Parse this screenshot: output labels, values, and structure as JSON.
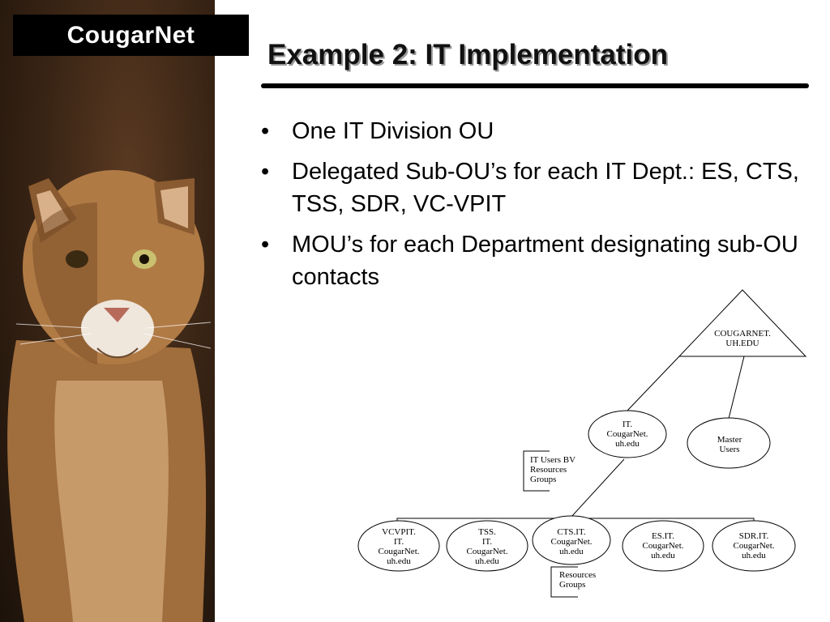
{
  "logo": {
    "text": "CougarNet"
  },
  "slide": {
    "title": "Example 2: IT Implementation",
    "bullet_symbol": "•",
    "bullets": [
      "One IT Division OU",
      "Delegated Sub-OU’s for each IT Dept.: ES, CTS, TSS, SDR, VC-VPIT",
      "MOU’s for each Department designating sub-OU contacts"
    ]
  },
  "diagram": {
    "root": "COUGARNET.\nUH.EDU",
    "it_node": "IT.\nCougarNet.\nuh.edu",
    "master_node": "Master\nUsers",
    "it_note": "IT Users BV\nResources\nGroups",
    "cts_note": "Resources\nGroups",
    "children": [
      "VCVPIT.\nIT.\nCougarNet.\nuh.edu",
      "TSS.\nIT.\nCougarNet.\nuh.edu",
      "CTS.IT.\nCougarNet.\nuh.edu",
      "ES.IT.\nCougarNet.\nuh.edu",
      "SDR.IT.\nCougarNet.\nuh.edu"
    ]
  },
  "colors": {
    "title_shadow": "#9a9a9a",
    "logo_bg": "#000000",
    "logo_text": "#ffffff",
    "photo_bg": "#2b1c10",
    "cougar_fur": "#b07a45"
  }
}
